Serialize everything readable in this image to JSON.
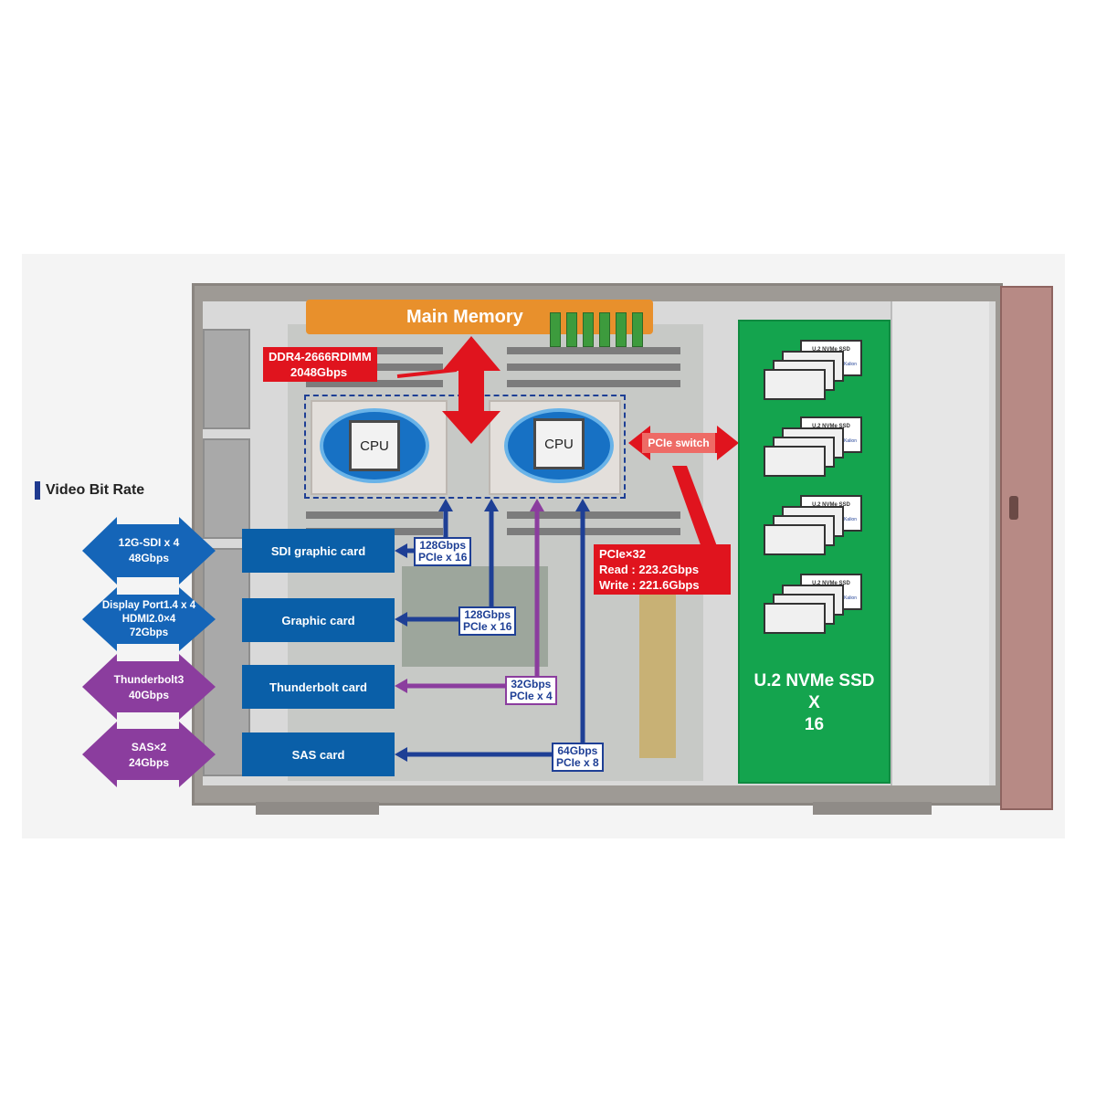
{
  "title": "Video Bit Rate",
  "memory": {
    "label": "Main Memory",
    "ddr_line1": "DDR4-2666RDIMM",
    "ddr_line2": "2048Gbps"
  },
  "cpus": [
    "CPU",
    "CPU"
  ],
  "pcie_switch": "PCIe switch",
  "nvme_link": {
    "line1": "PCIe×32",
    "line2": "Read : 223.2Gbps",
    "line3": "Write : 221.6Gbps"
  },
  "ssd": {
    "line1": "U.2 NVMe SSD",
    "line2": "X",
    "line3": "16",
    "card_label": "U.2 NVMe SSD",
    "card_brand": "Kalion"
  },
  "outputs": [
    {
      "lines": [
        "12G-SDI x 4",
        "48Gbps"
      ],
      "color": "#1565b8"
    },
    {
      "lines": [
        "Display Port1.4 x 4",
        "HDMI2.0×4",
        "72Gbps"
      ],
      "color": "#1565b8"
    },
    {
      "lines": [
        "Thunderbolt3",
        "40Gbps"
      ],
      "color": "#8b3d9e"
    },
    {
      "lines": [
        "SAS×2",
        "24Gbps"
      ],
      "color": "#8b3d9e"
    }
  ],
  "cards": [
    "SDI graphic card",
    "Graphic card",
    "Thunderbolt card",
    "SAS card"
  ],
  "buses": [
    {
      "line1": "128Gbps",
      "line2": "PCIe x 16"
    },
    {
      "line1": "128Gbps",
      "line2": "PCIe x 16"
    },
    {
      "line1": "32Gbps",
      "line2": "PCIe x 4"
    },
    {
      "line1": "64Gbps",
      "line2": "PCIe x 8"
    }
  ],
  "colors": {
    "blue": "#1e3f95",
    "purple": "#8b3d9e",
    "red": "#e0141e",
    "green": "#14a44e",
    "orange": "#e8902c"
  }
}
